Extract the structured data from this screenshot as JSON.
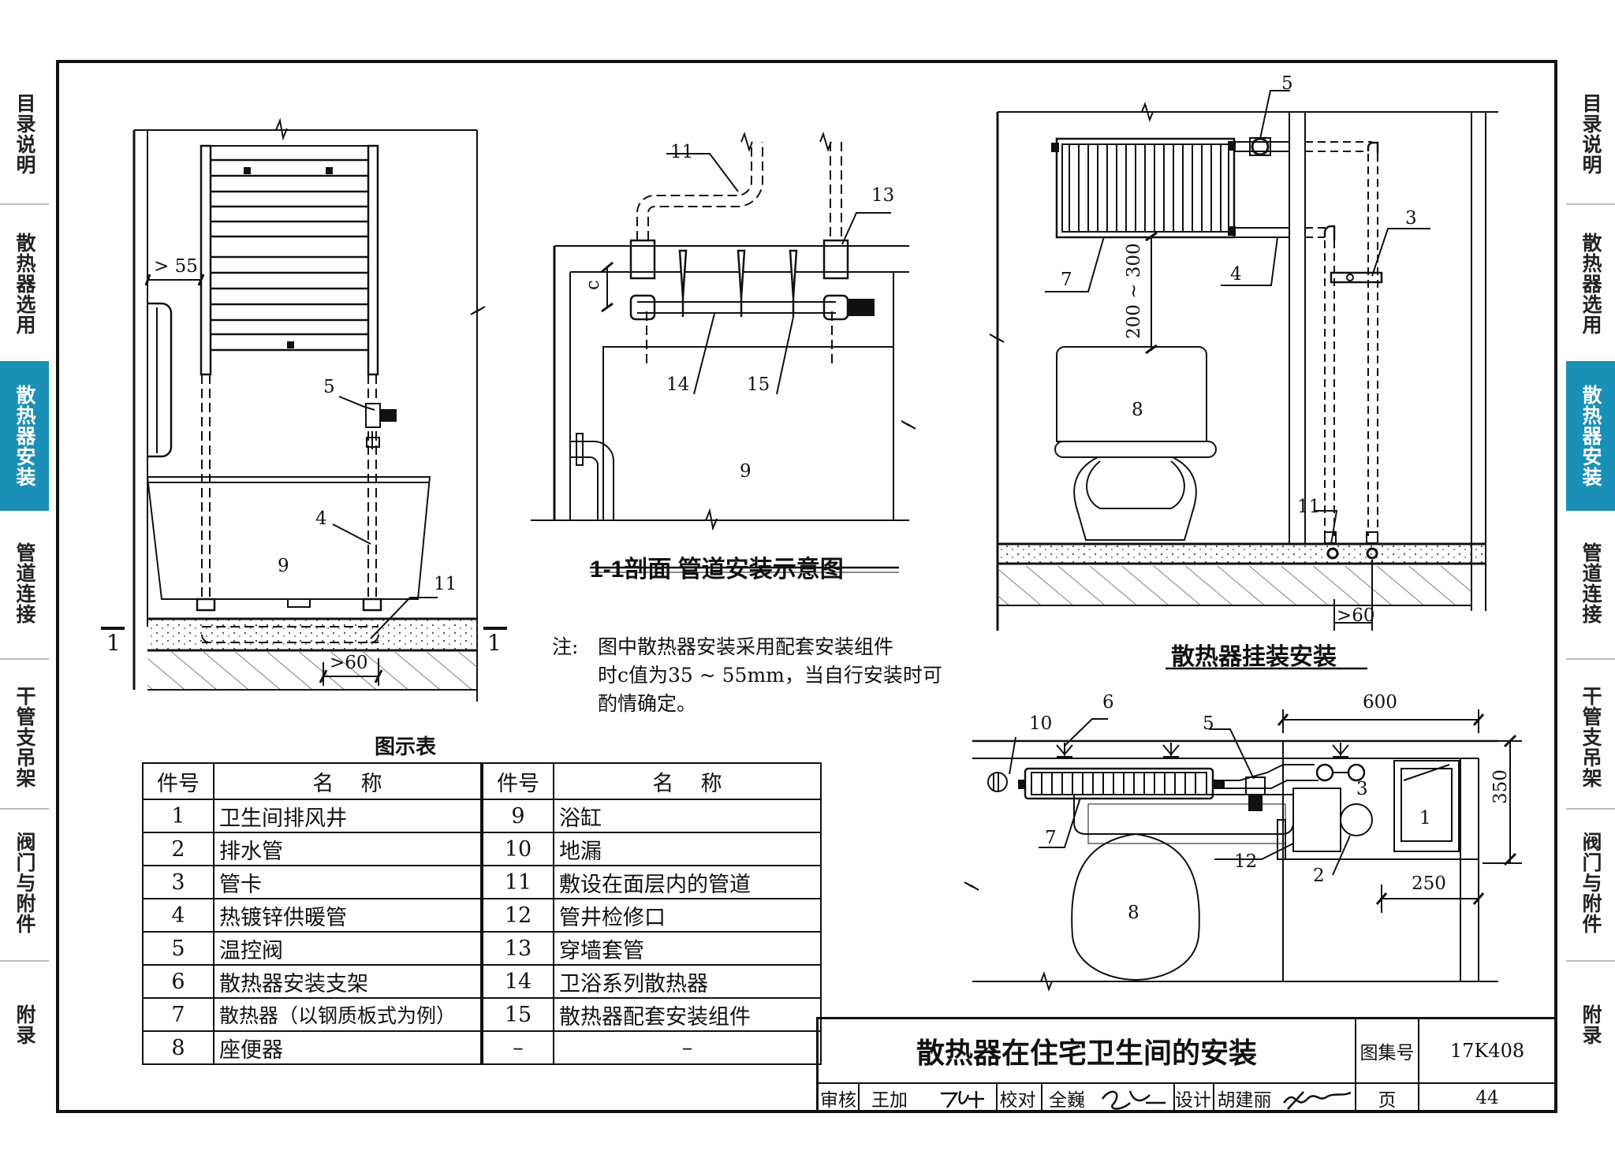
{
  "side_tabs": [
    {
      "label": "目录说明",
      "active": false
    },
    {
      "label": "散热器选用",
      "active": false
    },
    {
      "label": "散热器安装",
      "active": true
    },
    {
      "label": "管道连接",
      "active": false
    },
    {
      "label": "干管支吊架",
      "active": false
    },
    {
      "label": "阀门与附件",
      "active": false
    },
    {
      "label": "附录",
      "active": false
    }
  ],
  "accent_color": "#1a8fb8",
  "views": {
    "section_title": "1-1剖面  管道安装示意图",
    "wall_hung_title": "散热器挂装安装",
    "section_mark": "1"
  },
  "callouts": {
    "c1": "1",
    "c2": "2",
    "c3": "3",
    "c4": "4",
    "c5": "5",
    "c6": "6",
    "c7": "7",
    "c8": "8",
    "c9": "9",
    "c10": "10",
    "c11": "11",
    "c12": "12",
    "c13": "13",
    "c14": "14",
    "c15": "15"
  },
  "dimensions": {
    "gt55": "> 55",
    "gt60": ">60",
    "c": "c",
    "h200_300": "200 ~ 300",
    "w600": "600",
    "d350": "350",
    "w250": "250"
  },
  "note": {
    "label": "注:",
    "line1": "图中散热器安装采用配套安装组件",
    "line2": "时c值为35 ~ 55mm，当自行安装时可",
    "line3": "酌情确定。"
  },
  "legend": {
    "title": "图示表",
    "headers": {
      "no": "件号",
      "name": "名    称"
    },
    "rows": [
      {
        "no": "1",
        "name": "卫生间排风井",
        "no2": "9",
        "name2": "浴缸"
      },
      {
        "no": "2",
        "name": "排水管",
        "no2": "10",
        "name2": "地漏"
      },
      {
        "no": "3",
        "name": "管卡",
        "no2": "11",
        "name2": "敷设在面层内的管道"
      },
      {
        "no": "4",
        "name": "热镀锌供暖管",
        "no2": "12",
        "name2": "管井检修口"
      },
      {
        "no": "5",
        "name": "温控阀",
        "no2": "13",
        "name2": "穿墙套管"
      },
      {
        "no": "6",
        "name": "散热器安装支架",
        "no2": "14",
        "name2": "卫浴系列散热器"
      },
      {
        "no": "7",
        "name": "散热器（以钢质板式为例）",
        "no2": "15",
        "name2": "散热器配套安装组件"
      },
      {
        "no": "8",
        "name": "座便器",
        "no2": "–",
        "name2": "–"
      }
    ]
  },
  "title_block": {
    "title": "散热器在住宅卫生间的安装",
    "atlas_label": "图集号",
    "atlas_no": "17K408",
    "page_label": "页",
    "page_no": "44",
    "review_label": "审核",
    "reviewer": "王加",
    "check_label": "校对",
    "checker": "全巍",
    "design_label": "设计",
    "designer": "胡建丽"
  }
}
